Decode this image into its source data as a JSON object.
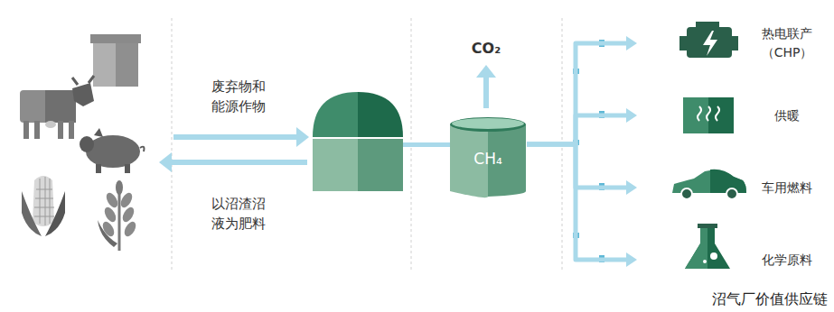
{
  "diagram": {
    "caption": "沼气厂价值供应链",
    "nodes": [
      {
        "text": [
          "CH₄"
        ]
      },
      {
        "text": [
          "热电联产 （CHP）"
        ]
      },
      {
        "text": [
          "供暖"
        ]
      },
      {
        "text": [
          "车用燃料"
        ]
      },
      {
        "text": [
          "化学原料"
        ]
      }
    ],
    "edges": [
      {
        "from": 0,
        "to": 1,
        "arrow": "to"
      },
      {
        "from": 0,
        "to": 2,
        "arrow": "to"
      },
      {
        "from": 0,
        "to": 3,
        "arrow": "to"
      },
      {
        "from": 0,
        "to": 4,
        "arrow": "to"
      }
    ],
    "labels": [
      "废弃物和能源作物",
      "以沼渣沼液为肥料",
      "CO₂"
    ]
  }
}
